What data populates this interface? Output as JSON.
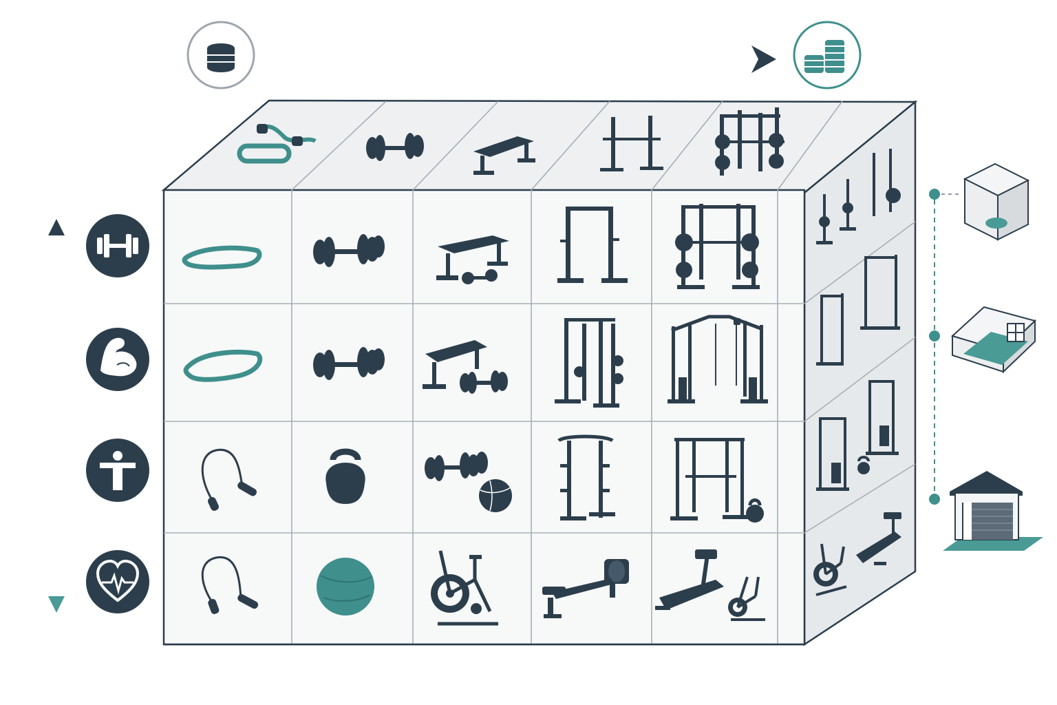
{
  "diagram": {
    "kind": "home-gym equipment matrix (budget vs. training goal vs. space)",
    "colors": {
      "dark": "#2c3e4c",
      "teal": "#3f8f8c",
      "grid": "#a7afb6",
      "face": "#f7f8f8",
      "top": "#eef0f1",
      "side": "#e6e9eb"
    },
    "budget_axis": {
      "low_icon": "coin-stack-small-icon",
      "high_icon": "coin-stack-large-icon",
      "direction": "left-to-right"
    },
    "goal_axis": {
      "icons": [
        "strength-dumbbell-icon",
        "muscle-arm-icon",
        "general-fitness-person-icon",
        "cardio-heart-icon"
      ]
    },
    "space_levels": [
      "small-room-icon",
      "spare-room-icon",
      "garage-icon"
    ],
    "columns": 5,
    "rows": 4,
    "top_face_items": [
      "resistance-band-icon",
      "dumbbells-icon",
      "flat-bench-icon",
      "squat-stand-icon",
      "power-rack-icon"
    ],
    "grid": [
      [
        "resistance-band-icon",
        "dumbbells-icon",
        "bench-and-dumbbells-icon",
        "squat-rack-icon",
        "power-rack-with-plates-icon"
      ],
      [
        "resistance-band-icon",
        "dumbbells-icon",
        "bench-and-dumbbells-icon",
        "half-rack-icon",
        "functional-trainer-icon"
      ],
      [
        "jump-rope-icon",
        "kettlebell-icon",
        "dumbbells-and-ball-icon",
        "pull-up-station-icon",
        "rack-and-kettlebell-icon"
      ],
      [
        "jump-rope-icon",
        "exercise-ball-icon",
        "air-bike-icon",
        "rowing-machine-icon",
        "treadmill-and-bike-icon"
      ]
    ],
    "side_face_items": [
      [
        "mini-racks-icon"
      ],
      [
        "half-rack-icon",
        "power-rack-icon"
      ],
      [
        "cable-machine-icon",
        "kettlebell-icon"
      ],
      [
        "air-bike-icon",
        "treadmill-icon"
      ]
    ]
  }
}
